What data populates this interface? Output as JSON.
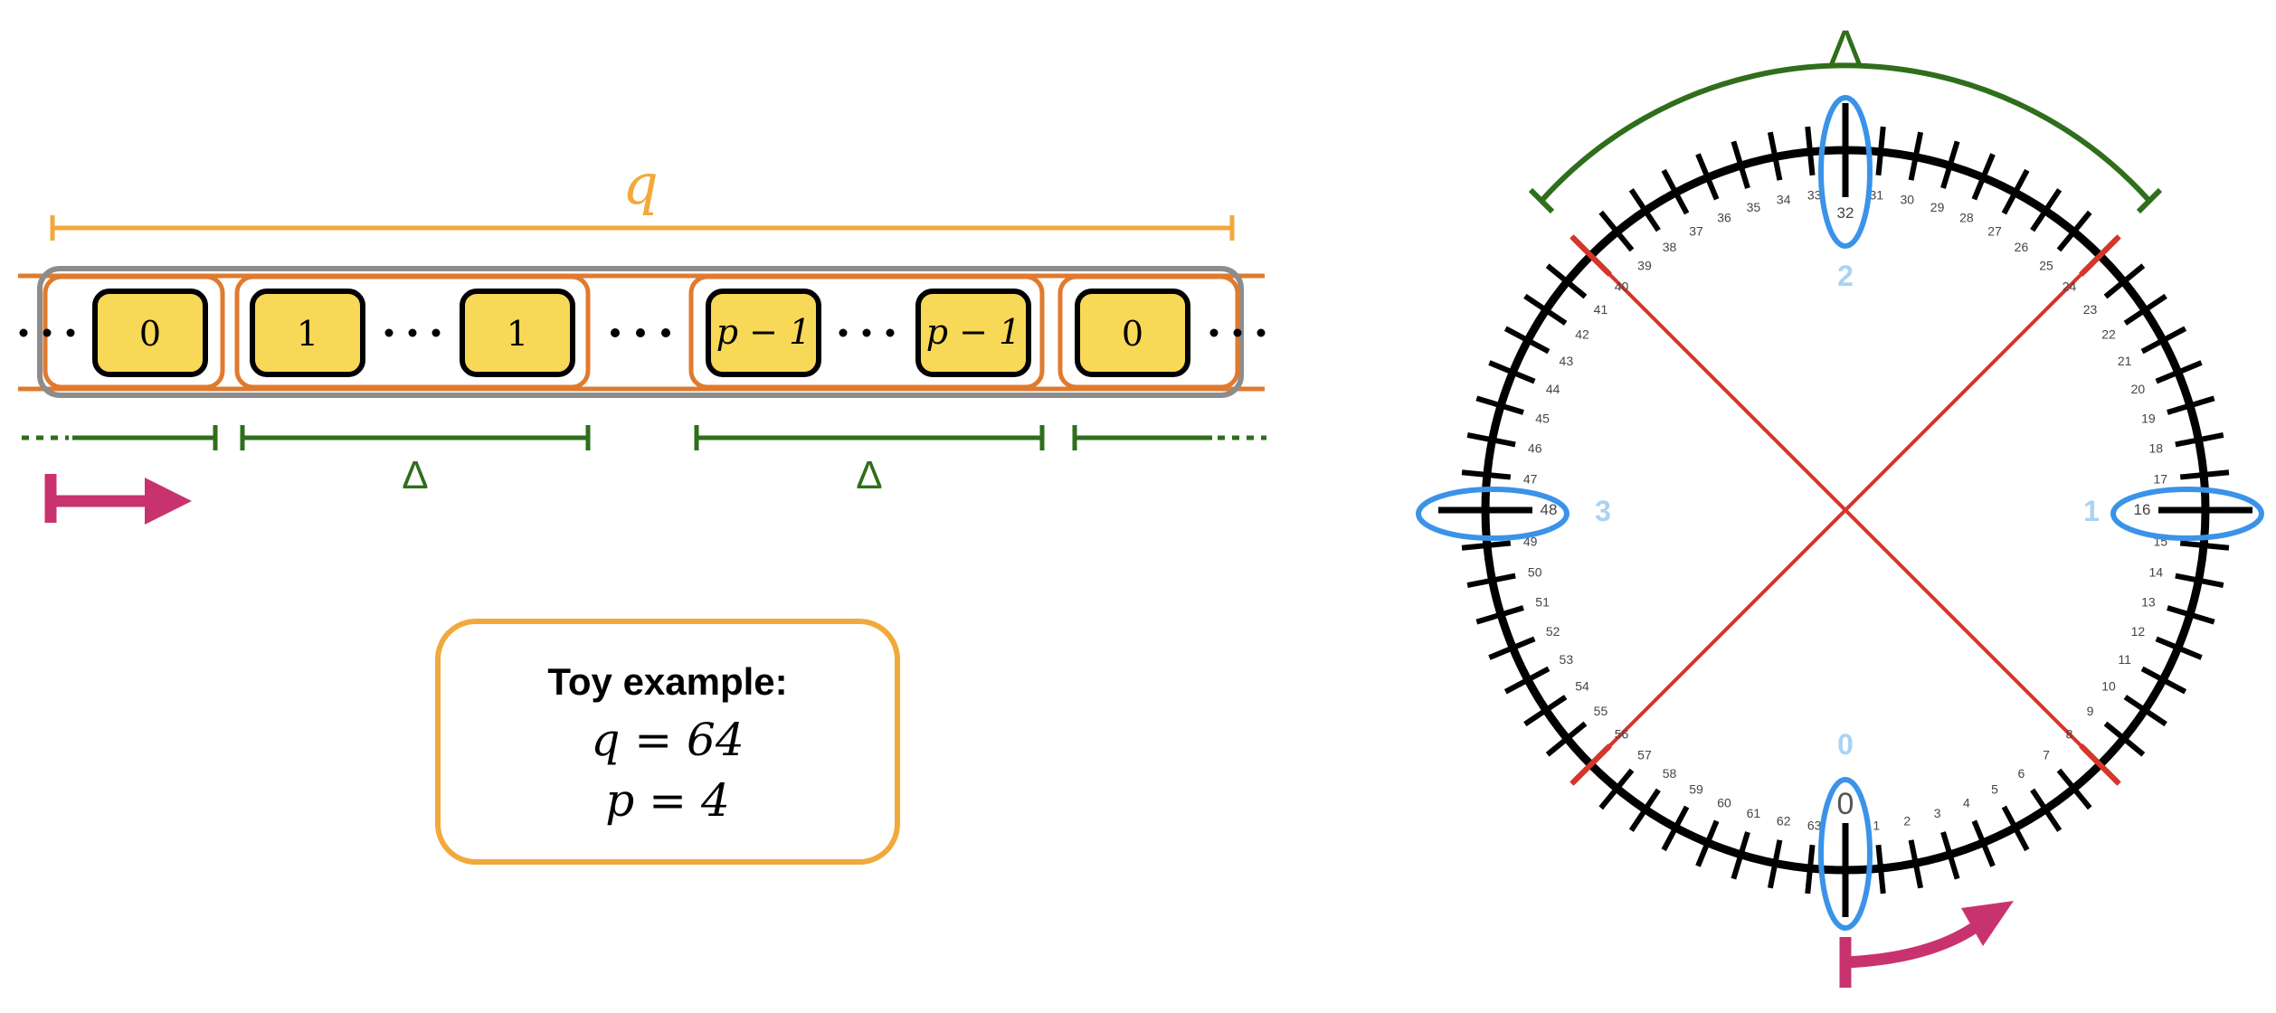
{
  "colors": {
    "orange_brace": "#F2A93B",
    "orange_group": "#E07A2E",
    "gray_frame": "#8C8C8C",
    "yellow_cell": "#F8D857",
    "green": "#2F6E1B",
    "magenta": "#C8336F",
    "blue": "#3A93E8",
    "light_blue": "#A9D3F5",
    "red": "#D8342A",
    "black": "#000000"
  },
  "left": {
    "q_label": "q",
    "cells": [
      "0",
      "1",
      "1",
      "p − 1",
      "p − 1",
      "0"
    ],
    "delta_labels": [
      "Δ",
      "Δ"
    ],
    "toy_box": {
      "title": "Toy example:",
      "line1": "q = 64",
      "line2": "p = 4"
    }
  },
  "right": {
    "delta_label": "Δ",
    "big_zero": "0",
    "sector_labels": [
      "0",
      "1",
      "2",
      "3"
    ],
    "dial_numbers": [
      "0",
      "1",
      "2",
      "3",
      "4",
      "5",
      "6",
      "7",
      "8",
      "9",
      "10",
      "11",
      "12",
      "13",
      "14",
      "15",
      "16",
      "17",
      "18",
      "19",
      "20",
      "21",
      "22",
      "23",
      "24",
      "25",
      "26",
      "27",
      "28",
      "29",
      "30",
      "31",
      "32",
      "33",
      "34",
      "35",
      "36",
      "37",
      "38",
      "39",
      "40",
      "41",
      "42",
      "43",
      "44",
      "45",
      "46",
      "47",
      "48",
      "49",
      "50",
      "51",
      "52",
      "53",
      "54",
      "55",
      "56",
      "57",
      "58",
      "59",
      "60",
      "61",
      "62",
      "63"
    ]
  }
}
